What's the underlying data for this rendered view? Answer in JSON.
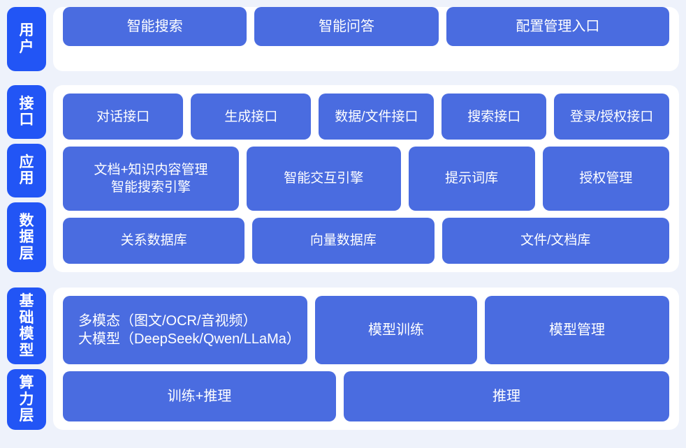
{
  "palette": {
    "background": "#eef2fb",
    "tab_blue": "#2255f5",
    "box_blue": "#4a6ce0",
    "card_white": "#ffffff",
    "text_white": "#ffffff"
  },
  "sections": [
    {
      "name": "user-layer",
      "tabs": [
        {
          "label": "用户"
        }
      ],
      "rows": [
        {
          "boxes": [
            {
              "label": "智能搜索",
              "flex": 31
            },
            {
              "label": "智能问答",
              "flex": 31
            },
            {
              "label": "配置管理入口",
              "flex": 38
            }
          ]
        }
      ]
    },
    {
      "name": "platform-layer",
      "tabs": [
        {
          "label": "接口"
        },
        {
          "label": "应用"
        },
        {
          "label": "数据层"
        }
      ],
      "rows": [
        {
          "boxes": [
            {
              "label": "对话接口",
              "flex": 21
            },
            {
              "label": "生成接口",
              "flex": 21
            },
            {
              "label": "数据/文件接口",
              "flex": 20
            },
            {
              "label": "搜索接口",
              "flex": 18
            },
            {
              "label": "登录/授权接口",
              "flex": 20
            }
          ]
        },
        {
          "boxes": [
            {
              "label": "文档+知识内容管理\n智能搜索引擎",
              "flex": 30
            },
            {
              "label": "智能交互引擎",
              "flex": 26
            },
            {
              "label": "提示词库",
              "flex": 21
            },
            {
              "label": "授权管理",
              "flex": 21
            }
          ]
        },
        {
          "boxes": [
            {
              "label": "关系数据库",
              "flex": 30
            },
            {
              "label": "向量数据库",
              "flex": 30
            },
            {
              "label": "文件/文档库",
              "flex": 38
            }
          ]
        }
      ]
    },
    {
      "name": "foundation-layer",
      "tabs": [
        {
          "label": "基础模型"
        },
        {
          "label": "算力层"
        }
      ],
      "rows": [
        {
          "boxes": [
            {
              "label": "多模态（图文/OCR/音视频）\n大模型（DeepSeek/Qwen/LLaMa）",
              "flex": 40,
              "align": "left"
            },
            {
              "label": "模型训练",
              "flex": 27
            },
            {
              "label": "模型管理",
              "flex": 31
            }
          ]
        },
        {
          "boxes": [
            {
              "label": "训练+推理",
              "flex": 45
            },
            {
              "label": "推理",
              "flex": 54
            }
          ]
        }
      ]
    }
  ]
}
